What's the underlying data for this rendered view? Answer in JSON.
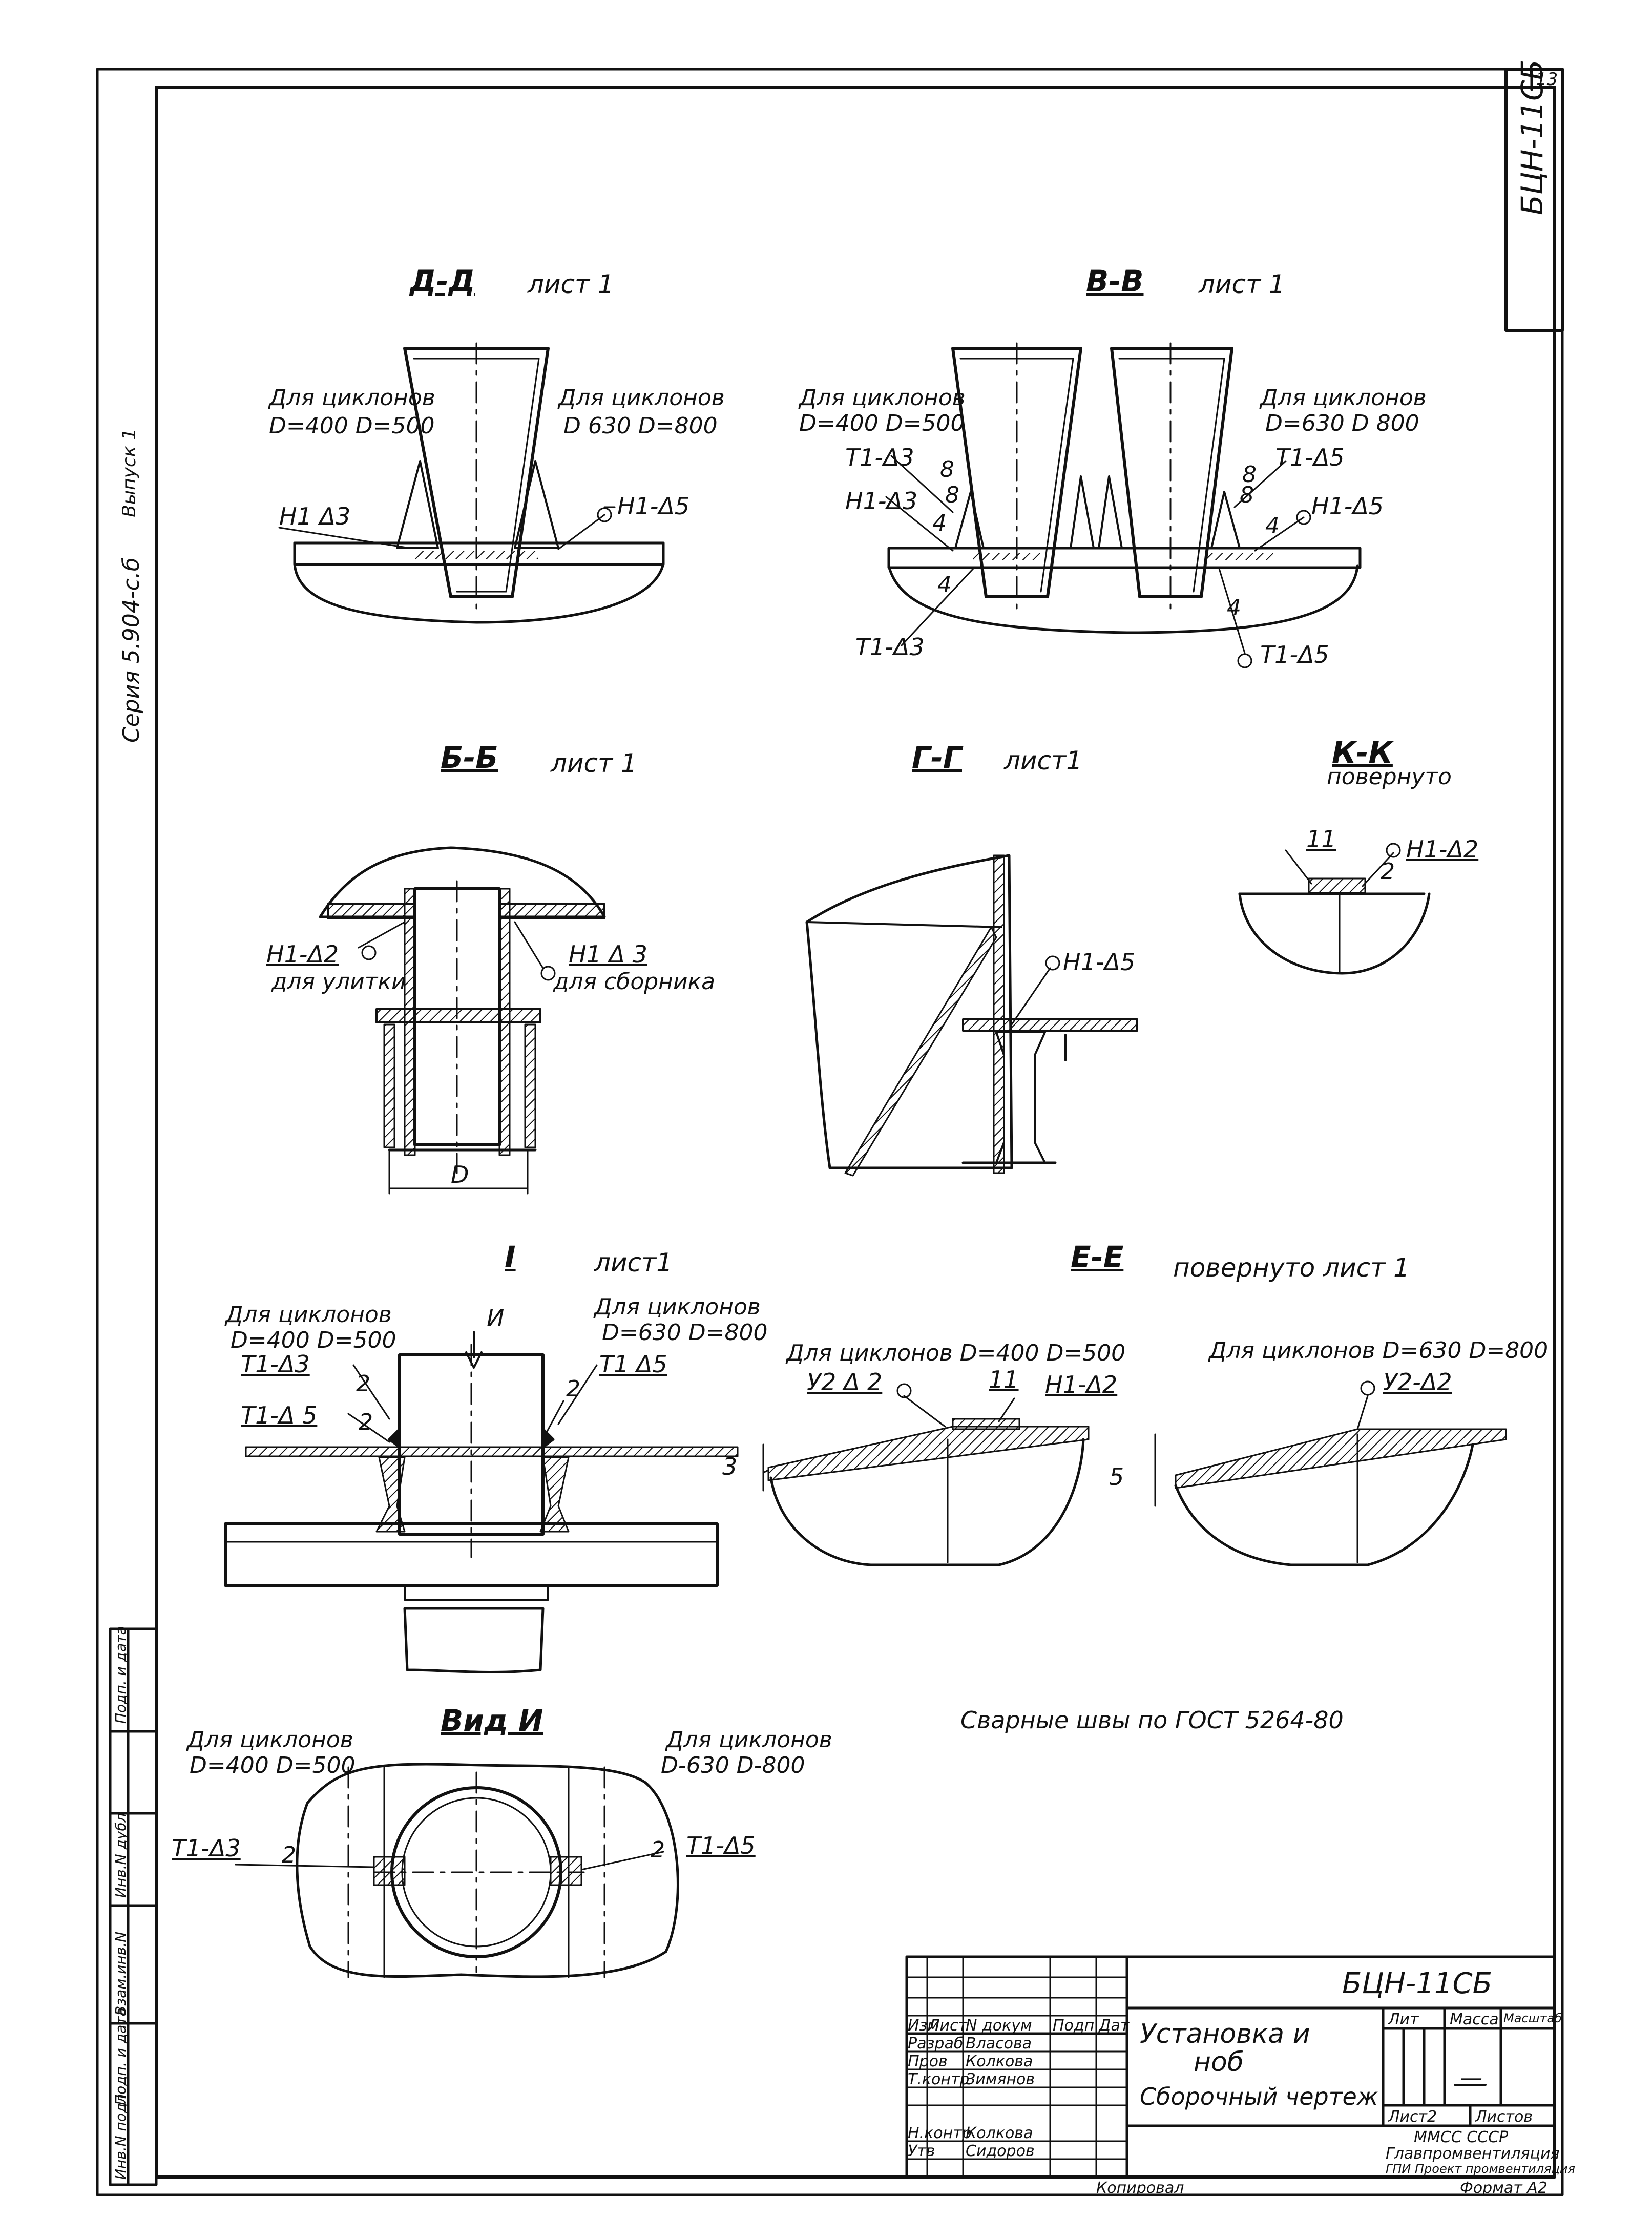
{
  "doc": {
    "code": "БЦН-11СБ",
    "sheet_no": "13",
    "series": "Серия 5.904-с.б",
    "issue": "Выпуск 1"
  },
  "views": {
    "dd": {
      "title": "Д-Д",
      "ref": "лист 1",
      "left_note_1": "Для циклонов",
      "left_note_2": "D=400 D=500",
      "right_note_1": "Для циклонов",
      "right_note_2": "D 630 D=800",
      "w_left": "Н1 Δ3",
      "w_right": "Н1-Δ5"
    },
    "vv": {
      "title": "В-В",
      "ref": "лист 1",
      "left_note_1": "Для циклонов",
      "left_note_2": "D=400 D=500",
      "right_note_1": "Для циклонов",
      "right_note_2": "D=630 D 800",
      "w1": "Т1-Δ3",
      "w2": "Н1-Δ3",
      "w3": "Т1-Δ3",
      "w4": "Т1-Δ5",
      "w5": "Н1-Δ5",
      "w6": "Т1-Δ5",
      "n8a": "8",
      "n8b": "8",
      "n8c": "8",
      "n8d": "8",
      "n4a": "4",
      "n4b": "4",
      "n4c": "4",
      "n4d": "4"
    },
    "bb": {
      "title": "Б-Б",
      "ref": "лист 1",
      "w_left": "Н1-Δ2",
      "w_left_note": "для улитки",
      "w_right": "Н1 Δ 3",
      "w_right_note": "для сборника",
      "dim": "D"
    },
    "gg": {
      "title": "Г-Г",
      "ref": "лист1",
      "w": "Н1-Δ5"
    },
    "kk": {
      "title": "К-К",
      "ref": "повернуто",
      "n": "11",
      "w": "Н1-Δ2",
      "n2": "2"
    },
    "i": {
      "title": "I",
      "ref": "лист1",
      "arrow": "И",
      "left_note_1": "Для циклонов",
      "left_note_2": "D=400 D=500",
      "right_note_1": "Для циклонов",
      "right_note_2": "D=630 D=800",
      "w1": "Т1-Δ3",
      "w2": "Т1-Δ 5",
      "w3": "Т1 Δ5",
      "n2a": "2",
      "n2b": "2",
      "n2c": "2"
    },
    "ee": {
      "title": "Е-Е",
      "ref": "повернуто лист 1",
      "left_note": "Для циклонов D=400 D=500",
      "right_note": "Для циклонов D=630 D=800",
      "w1": "У2 Δ 2",
      "n11": "11",
      "w2": "Н1-Δ2",
      "w3": "У2-Δ2",
      "dim3": "3",
      "dim5": "5"
    },
    "vid": {
      "title": "Вид И",
      "left_note_1": "Для циклонов",
      "left_note_2": "D=400 D=500",
      "right_note_1": "Для циклонов",
      "right_note_2": "D-630 D-800",
      "w_left": "Т1-Δ3",
      "w_right": "Т1-Δ5",
      "n2a": "2",
      "n2b": "2"
    }
  },
  "weld_note": "Сварные швы по ГОСТ 5264-80",
  "title_block": {
    "code": "БЦН-11СБ",
    "name_1": "Установка и",
    "name_2": "ноб",
    "name_3": "Сборочный чертеж",
    "h_izm": "Изм",
    "h_list": "Лист",
    "h_doc": "N докум",
    "h_sign": "Подп",
    "h_date": "Дат",
    "r1_role": "Разраб",
    "r1_name": "Власова",
    "r2_role": "Пров",
    "r2_name": "Колкова",
    "r3_role": "Т.контр",
    "r3_name": "Зимянов",
    "r4_role": "Н.контр",
    "r4_name": "Колкова",
    "r5_role": "Утв",
    "r5_name": "Сидоров",
    "lit": "Лит",
    "mass": "Масса",
    "scale": "Масштаб",
    "dash": "—",
    "sheet": "Лист2",
    "sheets": "Листов",
    "org1": "ММСС СССР",
    "org2": "Главпромвентиляция",
    "org3": "ГПИ Проект промвентиляция",
    "copied": "Копировал",
    "format": "Формат А2"
  },
  "side_stamp": {
    "c1": "Инв.N подл",
    "c2": "Подп. и дата",
    "c3": "Взам.инв.N",
    "c4": "Инв.N дубл",
    "c5": "Подп. и дата"
  }
}
